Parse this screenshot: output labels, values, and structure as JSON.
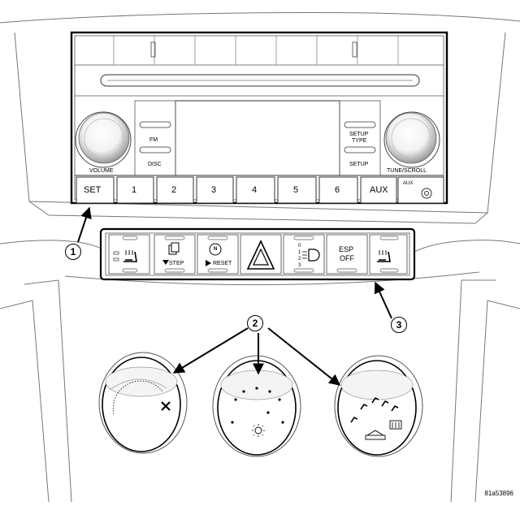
{
  "radio": {
    "volume_label": "VOLUME",
    "fm_label": "FM",
    "disc_label": "DISC",
    "setup_type_line1": "SETUP",
    "setup_type_line2": "TYPE",
    "setup_label": "SETUP",
    "tune_scroll_label": "TUNE/SCROLL",
    "aux_jack_label": "AUX",
    "preset_buttons": [
      "SET",
      "1",
      "2",
      "3",
      "4",
      "5",
      "6",
      "AUX"
    ]
  },
  "switch_bank": {
    "step_label": "STEP",
    "reset_label": "RESET",
    "compass_letter": "N",
    "dimmer_levels": [
      "0",
      "1",
      "2",
      "3"
    ],
    "esp_line1": "ESP",
    "esp_line2": "OFF"
  },
  "callouts": [
    "1",
    "2",
    "3"
  ],
  "figure_id": "81a53896"
}
